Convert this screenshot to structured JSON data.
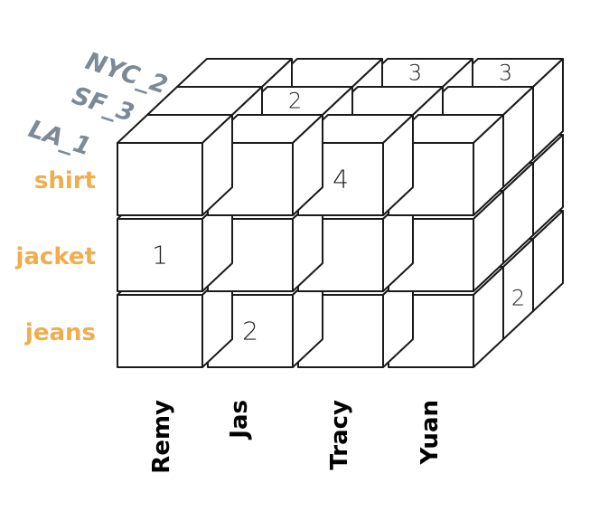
{
  "cube": {
    "columns": [
      "Remy",
      "Jas",
      "Tracy",
      "Yuan"
    ],
    "rows": [
      "shirt",
      "jacket",
      "jeans"
    ],
    "layers": [
      "LA_1",
      "SF_3",
      "NYC_2"
    ],
    "values": [
      {
        "layer": "LA_1",
        "row": "shirt",
        "column": "Tracy",
        "value": "4"
      },
      {
        "layer": "LA_1",
        "row": "jacket",
        "column": "Remy",
        "value": "1"
      },
      {
        "layer": "LA_1",
        "row": "jeans",
        "column": "Jas",
        "value": "2"
      },
      {
        "layer": "SF_3",
        "row": "shirt",
        "column": "Jas",
        "value": "2"
      },
      {
        "layer": "NYC_2",
        "row": "shirt",
        "column": "Tracy",
        "value": "3"
      },
      {
        "layer": "NYC_2",
        "row": "shirt",
        "column": "Yuan",
        "value": "3"
      },
      {
        "layer": "SF_3",
        "row": "jeans",
        "column": "Yuan",
        "value": "2"
      }
    ]
  },
  "colors": {
    "row_label": "#f0ad4e",
    "layer_label": "#7d8a96",
    "column_label": "#000000",
    "edge": "#1a1a1a",
    "face": "#ffffff"
  }
}
